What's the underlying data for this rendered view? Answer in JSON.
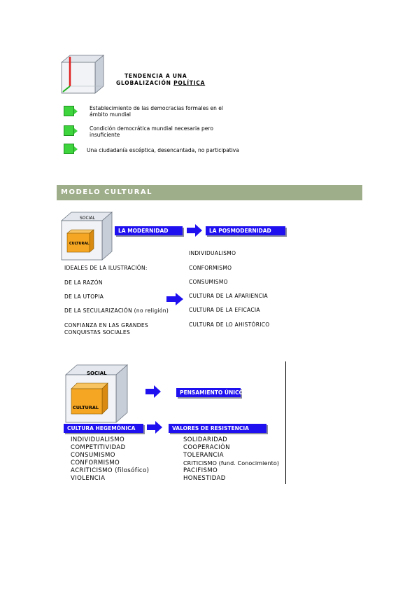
{
  "globalizacion": {
    "title_line1": "TENDENCIA A UNA",
    "title_line2_prefix": "GLOBALIZACIÓN ",
    "title_line2_emph": "POLÍTICA",
    "items": [
      {
        "text": "Establecimiento de las democracias formales en el ámbito mundial"
      },
      {
        "text": "Condición democrática mundial necesaria pero insuficiente"
      },
      {
        "text": "Una ciudadanía escéptica, desencantada, no participativa"
      }
    ]
  },
  "section": {
    "title": "MODELO CULTURAL"
  },
  "diagram1": {
    "box_outer": "SOCIAL",
    "box_inner": "CULTURAL",
    "label_left": "LA MODERNIDAD",
    "label_right": "LA POSMODERNIDAD",
    "left_items": [
      "IDEALES DE LA ILUSTRACIÓN:",
      "DE LA RAZÓN",
      "DE LA UTOPIA",
      "DE LA SECULARIZACIÓN (no religión)",
      "CONFIANZA EN LAS GRANDES",
      "CONQUISTAS SOCIALES"
    ],
    "right_items": [
      "INDIVIDUALISMO",
      "CONFORMISMO",
      "CONSUMISMO",
      "CULTURA DE LA APARIENCIA",
      "CULTURA DE LA EFICACIA",
      "CULTURA DE LO AHISTÓRICO"
    ]
  },
  "diagram2": {
    "box_outer": "SOCIAL",
    "box_inner": "CULTURAL",
    "label_top": "PENSAMIENTO ÚNICO",
    "label_left": "CULTURA HEGEMÓNICA",
    "label_right": "VALORES DE RESISTENCIA",
    "left_items": [
      "INDIVIDUALISMO",
      "COMPETITIVIDAD",
      "CONSUMISMO",
      "CONFORMISMO",
      "ACRITICISMO (filosófico)",
      "VIOLENCIA"
    ],
    "right_items": [
      "SOLIDARIDAD",
      "COOPERACIÓN",
      "TOLERANCIA",
      "CRITICISMO (fund. Conocimiento)",
      "PACIFISMO",
      "HONESTIDAD"
    ]
  },
  "colors": {
    "arrow_blue": "#1f10f0",
    "green": "#3dd43d",
    "section_bar": "#9fae8a",
    "cube_orange": "#f5a623"
  }
}
